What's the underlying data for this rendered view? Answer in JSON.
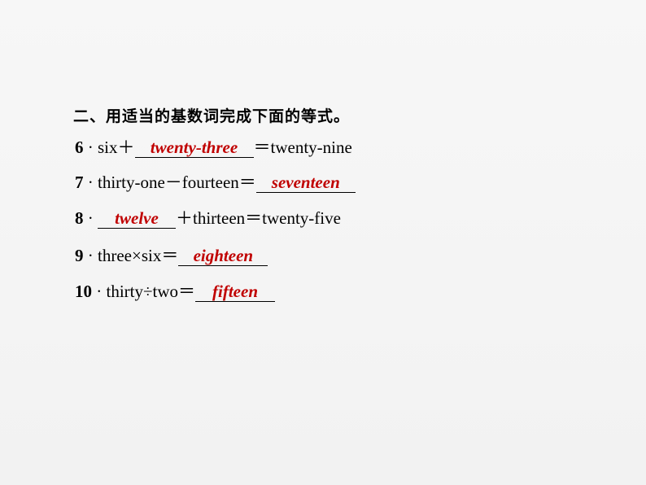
{
  "heading": "二、用适当的基数词完成下面的等式。",
  "items": [
    {
      "num": "6",
      "sep": "·",
      "before": "six＋",
      "answer": "twenty-three",
      "after": "＝twenty-nine"
    },
    {
      "num": "7",
      "sep": "·",
      "before": "thirty-one－fourteen＝",
      "answer": "seventeen",
      "after": ""
    },
    {
      "num": "8",
      "sep": "·",
      "before": "",
      "answer": "twelve",
      "after": "＋thirteen＝twenty-five"
    },
    {
      "num": "9",
      "sep": "·",
      "before": "three×six＝",
      "answer": "eighteen",
      "after": ""
    },
    {
      "num": "10",
      "sep": "·",
      "before": "thirty÷two＝",
      "answer": "fifteen",
      "after": ""
    }
  ],
  "colors": {
    "answer": "#c00000",
    "text": "#000000"
  }
}
